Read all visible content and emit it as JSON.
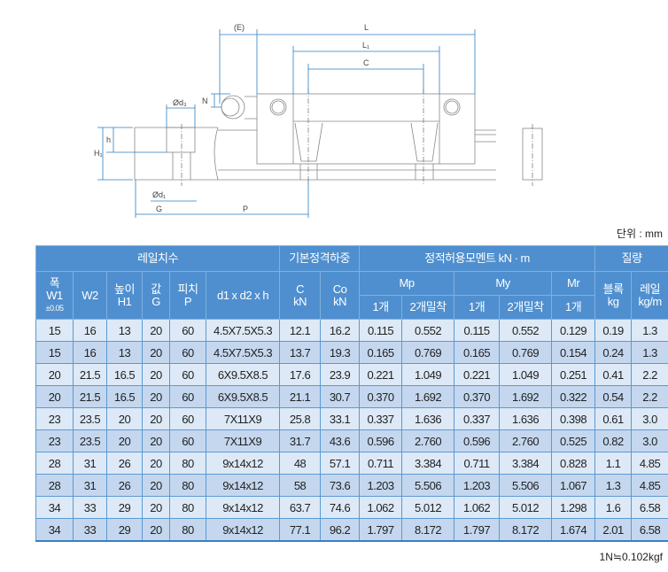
{
  "diagram_labels": {
    "E": "(E)",
    "L": "L",
    "L1": "L₁",
    "C": "C",
    "N": "N",
    "d3": "Ød₃",
    "d1": "Ød₁",
    "h": "h",
    "H1": "H₁",
    "G": "G",
    "P": "P"
  },
  "unit_label": "단위 : mm",
  "footnote": "1N≒0.102kgf",
  "header": {
    "group_rail": "레일치수",
    "group_load": "기본정격하중",
    "group_moment": "정적허용모멘트 kN · m",
    "group_mass": "질량",
    "w1_top": "폭",
    "w1_mid": "W1",
    "w1_tol": "±0.05",
    "w2": "W2",
    "h1_top": "높이",
    "h1": "H1",
    "g_top": "값",
    "g": "G",
    "p_top": "피치",
    "p": "P",
    "d": "d1 x d2 x h",
    "c": "C",
    "c_unit": "kN",
    "co": "Co",
    "co_unit": "kN",
    "mp": "Mp",
    "my": "My",
    "mr": "Mr",
    "one": "1개",
    "two": "2개밀착",
    "block": "블록",
    "block_unit": "kg",
    "rail": "레일",
    "rail_unit": "kg/m"
  },
  "rows": [
    [
      "15",
      "16",
      "13",
      "20",
      "60",
      "4.5X7.5X5.3",
      "12.1",
      "16.2",
      "0.115",
      "0.552",
      "0.115",
      "0.552",
      "0.129",
      "0.19",
      "1.3"
    ],
    [
      "15",
      "16",
      "13",
      "20",
      "60",
      "4.5X7.5X5.3",
      "13.7",
      "19.3",
      "0.165",
      "0.769",
      "0.165",
      "0.769",
      "0.154",
      "0.24",
      "1.3"
    ],
    [
      "20",
      "21.5",
      "16.5",
      "20",
      "60",
      "6X9.5X8.5",
      "17.6",
      "23.9",
      "0.221",
      "1.049",
      "0.221",
      "1.049",
      "0.251",
      "0.41",
      "2.2"
    ],
    [
      "20",
      "21.5",
      "16.5",
      "20",
      "60",
      "6X9.5X8.5",
      "21.1",
      "30.7",
      "0.370",
      "1.692",
      "0.370",
      "1.692",
      "0.322",
      "0.54",
      "2.2"
    ],
    [
      "23",
      "23.5",
      "20",
      "20",
      "60",
      "7X11X9",
      "25.8",
      "33.1",
      "0.337",
      "1.636",
      "0.337",
      "1.636",
      "0.398",
      "0.61",
      "3.0"
    ],
    [
      "23",
      "23.5",
      "20",
      "20",
      "60",
      "7X11X9",
      "31.7",
      "43.6",
      "0.596",
      "2.760",
      "0.596",
      "2.760",
      "0.525",
      "0.82",
      "3.0"
    ],
    [
      "28",
      "31",
      "26",
      "20",
      "80",
      "9x14x12",
      "48",
      "57.1",
      "0.711",
      "3.384",
      "0.711",
      "3.384",
      "0.828",
      "1.1",
      "4.85"
    ],
    [
      "28",
      "31",
      "26",
      "20",
      "80",
      "9x14x12",
      "58",
      "73.6",
      "1.203",
      "5.506",
      "1.203",
      "5.506",
      "1.067",
      "1.3",
      "4.85"
    ],
    [
      "34",
      "33",
      "29",
      "20",
      "80",
      "9x14x12",
      "63.7",
      "74.6",
      "1.062",
      "5.012",
      "1.062",
      "5.012",
      "1.298",
      "1.6",
      "6.58"
    ],
    [
      "34",
      "33",
      "29",
      "20",
      "80",
      "9x14x12",
      "77.1",
      "96.2",
      "1.797",
      "8.172",
      "1.797",
      "8.172",
      "1.674",
      "2.01",
      "6.58"
    ]
  ]
}
